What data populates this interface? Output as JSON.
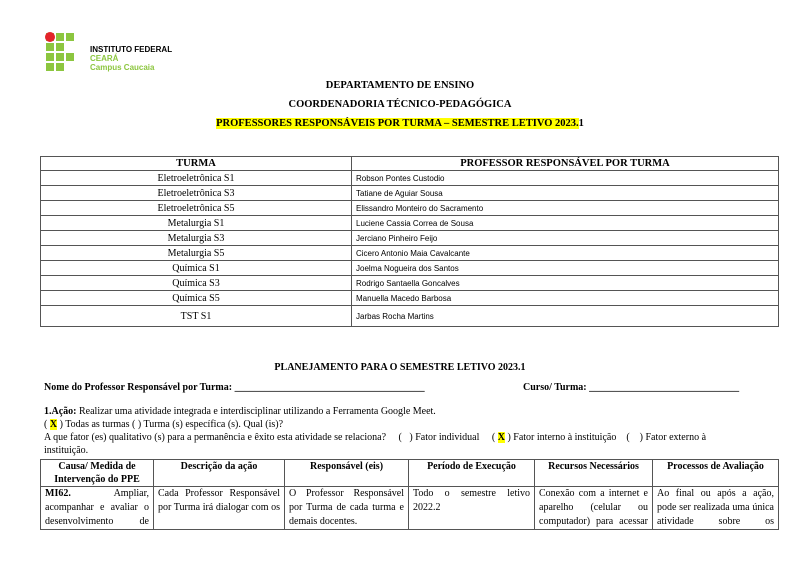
{
  "logo": {
    "line1": "INSTITUTO FEDERAL",
    "line2": "CEARÁ",
    "line3": "Campus Caucaia"
  },
  "header": {
    "dept": "DEPARTAMENTO DE ENSINO",
    "coord": "COORDENADORIA TÉCNICO-PEDAGÓGICA",
    "title": "PROFESSORES RESPONSÁVEIS POR TURMA – SEMESTRE LETIVO 2023.",
    "title_suffix": "1"
  },
  "table1": {
    "headers": [
      "TURMA",
      "PROFESSOR RESPONSÁVEL POR TURMA"
    ],
    "rows": [
      [
        "Eletroeletrônica S1",
        "Robson Pontes Custodio"
      ],
      [
        "Eletroeletrônica S3",
        "Tatiane de Aguiar Sousa"
      ],
      [
        "Eletroeletrônica S5",
        "Elissandro Monteiro do Sacramento"
      ],
      [
        "Metalurgia S1",
        "Luciene Cassia Correa de Sousa"
      ],
      [
        "Metalurgia S3",
        "Jerciano Pinheiro Feijo"
      ],
      [
        "Metalurgia S5",
        "Cicero Antonio Maia Cavalcante"
      ],
      [
        "Química S1",
        "Joelma Nogueira dos Santos"
      ],
      [
        "Química S3",
        "Rodrigo Santaella Goncalves"
      ],
      [
        "Química S5",
        "Manuella Macedo Barbosa"
      ],
      [
        "TST S1",
        "Jarbas Rocha Martins"
      ]
    ]
  },
  "planning": {
    "title": "PLANEJAMENTO PARA O SEMESTRE LETIVO 2023.1",
    "teacher_label": "Nome do Professor Responsável por Turma:",
    "teacher_blank": "______________________________________",
    "course_label": "Curso/ Turma:",
    "course_blank": "______________________________",
    "action_label": "1.Ação:",
    "action_text": " Realizar uma atividade integrada e interdisciplinar utilizando a Ferramenta Google Meet.",
    "opt_all_mark": "X",
    "opt_all": ") Todas as turmas    (   ) Turma (s) específica (s). Qual (is)?",
    "factor_q": "A que fator (es) qualitativo (s) para a permanência e êxito esta atividade se relaciona?     (   ) Fator individual     ( ",
    "factor_mark": "X",
    "factor_rest": " ) Fator interno à instituição    (    ) Fator externo à",
    "factor_cont": "instituição."
  },
  "table2": {
    "headers": [
      "Causa/ Medida de Intervenção do PPE",
      "Descrição da ação",
      "Responsável (eis)",
      "Período de Execução",
      "Recursos Necessários",
      "Processos de Avaliação"
    ],
    "row": {
      "cause_bold": "MI62.",
      "cause": " Ampliar, acompanhar e avaliar o desenvolvimento de",
      "desc": "Cada Professor Responsável por Turma irá dialogar com os",
      "resp": "O Professor Responsável por Turma de cada turma e demais docentes.",
      "period": "Todo o semestre letivo 2022.2",
      "resources": "Conexão com a internet e aparelho (celular ou computador) para acessar",
      "evaluation": "Ao final ou após a ação, pode ser realizada uma única atividade sobre os"
    }
  }
}
